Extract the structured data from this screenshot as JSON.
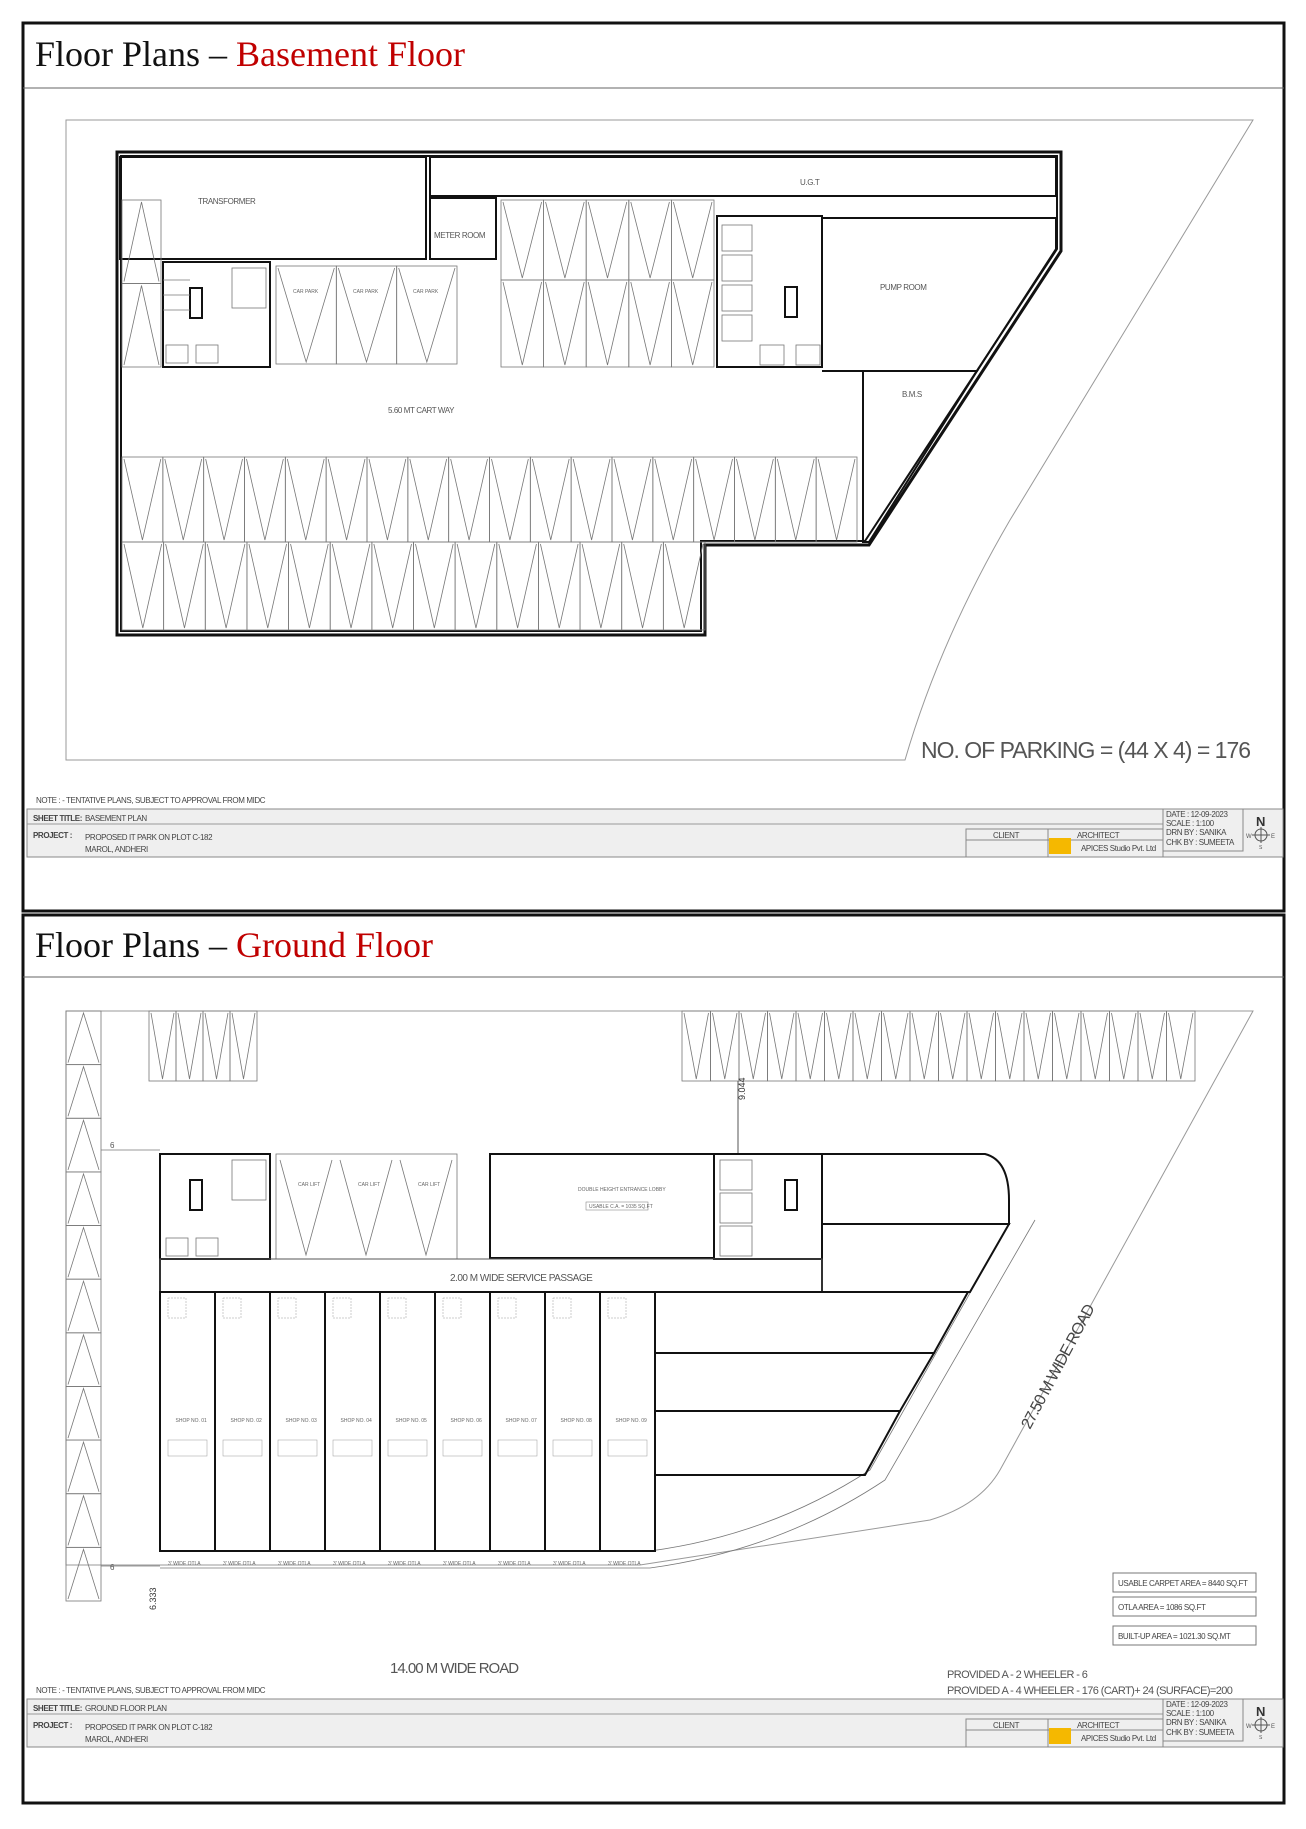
{
  "basement": {
    "title_prefix": "Floor Plans – ",
    "title_highlight": "Basement Floor",
    "labels": {
      "transformer": "TRANSFORMER",
      "ugt": "U.G.T",
      "meter_room": "METER ROOM",
      "pump_room": "PUMP ROOM",
      "bms": "B.M.S",
      "cart_way": "5.60 MT CART WAY",
      "car_park": "CAR PARK"
    },
    "parking_summary": "NO. OF PARKING = (44 X 4) = 176",
    "title_block": {
      "note": "NOTE : - TENTATIVE PLANS, SUBJECT TO APPROVAL FROM MIDC",
      "sheet_title_label": "SHEET TITLE:",
      "sheet_title": "BASEMENT PLAN",
      "project_label": "PROJECT :",
      "project_line1": "PROPOSED IT PARK ON PLOT C-182",
      "project_line2": "MAROL, ANDHERI",
      "client_label": "CLIENT",
      "architect_label": "ARCHITECT",
      "architect": "APICES Studio Pvt. Ltd",
      "date": "DATE :   12-09-2023",
      "scale": "SCALE :   1:100",
      "drawn_by": "DRN BY :  SANIKA",
      "checked_by": "CHK BY :  SUMEETA",
      "north": "N",
      "west": "W",
      "east": "E",
      "south": "S"
    }
  },
  "ground": {
    "title_prefix": "Floor Plans – ",
    "title_highlight": "Ground Floor",
    "labels": {
      "service_passage": "2.00 M WIDE SERVICE PASSAGE",
      "lobby": "DOUBLE HEIGHT ENTRANCE LOBBY",
      "lobby_area": "USABLE C.A. = 1035 SQ.FT",
      "road_side": "27.50 M WIDE ROAD",
      "road_front": "14.00 M WIDE ROAD",
      "dim_top": "9.044",
      "dim_left": "6.333",
      "dim_six": "6",
      "car_lift": "CAR LIFT",
      "otla": "3' WIDE OTLA",
      "shop": "SHOP NO."
    },
    "areas": {
      "usable_carpet": "USABLE CARPET AREA = 8440 SQ.FT",
      "otla": "OTLA AREA = 1086 SQ.FT",
      "built_up": "BUILT-UP AREA = 1021.30 SQ.MT"
    },
    "provided": {
      "two_wheeler": "PROVIDED A - 2 WHEELER - 6",
      "four_wheeler": "PROVIDED A - 4 WHEELER - 176 (CART)+ 24 (SURFACE)=200"
    },
    "title_block": {
      "note": "NOTE : - TENTATIVE PLANS, SUBJECT TO APPROVAL FROM MIDC",
      "sheet_title_label": "SHEET TITLE:",
      "sheet_title": "GROUND FLOOR PLAN",
      "project_label": "PROJECT :",
      "project_line1": "PROPOSED IT PARK ON PLOT C-182",
      "project_line2": "MAROL, ANDHERI",
      "client_label": "CLIENT",
      "architect_label": "ARCHITECT",
      "architect": "APICES Studio Pvt. Ltd",
      "date": "DATE :   12-09-2023",
      "scale": "SCALE :   1:100",
      "drawn_by": "DRN BY :  SANIKA",
      "checked_by": "CHK BY :  SUMEETA",
      "north": "N",
      "west": "W",
      "east": "E",
      "south": "S"
    }
  },
  "colors": {
    "title_accent": "#c00000",
    "logo": "#f5b800"
  }
}
